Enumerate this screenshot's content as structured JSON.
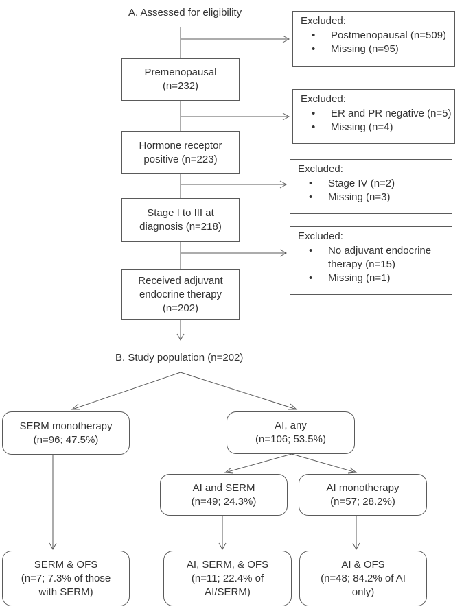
{
  "panel_a": {
    "heading": "A.   Assessed for eligibility",
    "steps": [
      {
        "line1": "Premenopausal",
        "line2": "(n=232)",
        "line3": ""
      },
      {
        "line1": "Hormone receptor",
        "line2": "positive (n=223)",
        "line3": ""
      },
      {
        "line1": "Stage I to III at",
        "line2": "diagnosis (n=218)",
        "line3": ""
      },
      {
        "line1": "Received adjuvant",
        "line2": "endocrine therapy",
        "line3": "(n=202)"
      }
    ],
    "exclusions": [
      {
        "title": "Excluded:",
        "items": [
          "Postmenopausal (n=509)",
          "Missing (n=95)"
        ]
      },
      {
        "title": "Excluded:",
        "items": [
          "ER and PR negative (n=5)",
          "Missing (n=4)"
        ]
      },
      {
        "title": "Excluded:",
        "items": [
          "Stage IV (n=2)",
          "Missing (n=3)"
        ]
      },
      {
        "title": "Excluded:",
        "items": [
          "No adjuvant endocrine",
          "therapy (n=15)",
          "Missing (n=1)"
        ]
      }
    ]
  },
  "panel_b": {
    "heading": "B. Study population (n=202)",
    "serm": {
      "line1": "SERM monotherapy",
      "line2": "(n=96; 47.5%)",
      "line3": ""
    },
    "ai_any": {
      "line1": "AI, any",
      "line2": "(n=106; 53.5%)",
      "line3": ""
    },
    "ai_serm": {
      "line1": "AI and SERM",
      "line2": "(n=49; 24.3%)",
      "line3": ""
    },
    "ai_mono": {
      "line1": "AI monotherapy",
      "line2": "(n=57; 28.2%)",
      "line3": ""
    },
    "serm_ofs": {
      "line1": "SERM & OFS",
      "line2": "(n=7; 7.3% of those",
      "line3": "with SERM)"
    },
    "ai_serm_ofs": {
      "line1": "AI, SERM, & OFS",
      "line2": "(n=11; 22.4% of",
      "line3": "AI/SERM)"
    },
    "ai_ofs": {
      "line1": "AI & OFS",
      "line2": "(n=48; 84.2% of AI",
      "line3": "only)"
    }
  },
  "colors": {
    "line": "#5a5a5a",
    "text": "#333333"
  }
}
